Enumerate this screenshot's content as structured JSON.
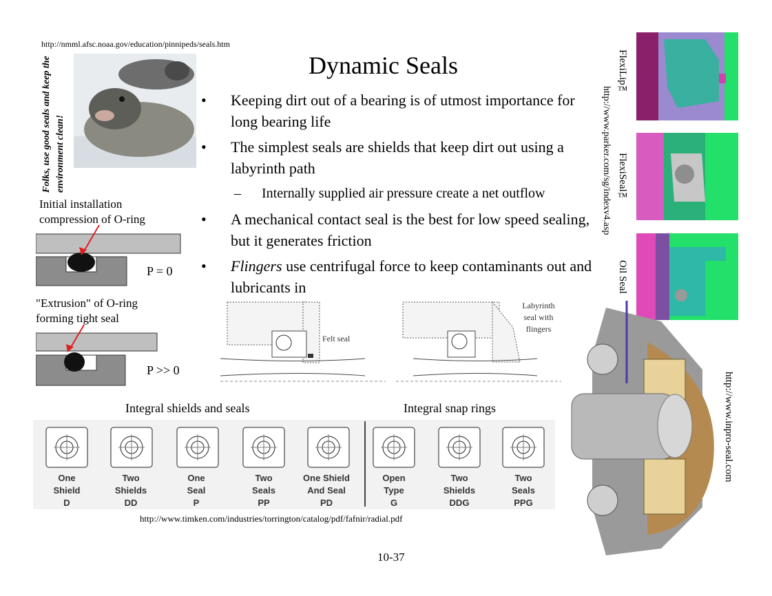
{
  "header": {
    "noaa_url": "http://nmml.afsc.noaa.gov/education/pinnipeds/seals.htm",
    "title": "Dynamic Seals",
    "seal_caption": "Folks, use good seals and keep the environment clean!"
  },
  "bullets": [
    "Keeping dirt out of a bearing is of utmost importance for long bearing life",
    "The simplest seals are shields that keep dirt out using a labyrinth path",
    "A mechanical contact seal is the best for low speed sealing, but it generates friction",
    "Flingers use centrifugal force to keep contaminants out and lubricants in"
  ],
  "sub_bullet": "Internally supplied air pressure create a net outflow",
  "flingers_word": "Flingers",
  "flingers_rest": " use centrifugal force to keep contaminants out and lubricants in",
  "oring": {
    "label1": "Initial installation compression of O-ring",
    "p1": "P = 0",
    "label2": "\"Extrusion\" of O-ring forming tight seal",
    "p2": "P >> 0"
  },
  "diagrams": {
    "felt": "Felt seal",
    "labyrinth": "Labyrinth seal with flingers"
  },
  "right_panel": {
    "flexilip": "FlexiLip™",
    "flexiseal": "FlexiSeal™",
    "oilseal": "Oil Seal",
    "parker_url": "http://www.parker.com/sg/indexv4.asp",
    "inpro_url": "http://www.inpro-seal.com"
  },
  "bearings": {
    "heading_left": "Integral shields and seals",
    "heading_right": "Integral snap rings",
    "items": [
      {
        "l1": "One",
        "l2": "Shield",
        "code": "D"
      },
      {
        "l1": "Two",
        "l2": "Shields",
        "code": "DD"
      },
      {
        "l1": "One",
        "l2": "Seal",
        "code": "P"
      },
      {
        "l1": "Two",
        "l2": "Seals",
        "code": "PP"
      },
      {
        "l1": "One Shield",
        "l2": "And Seal",
        "code": "PD"
      },
      {
        "l1": "Open",
        "l2": "Type",
        "code": "G"
      },
      {
        "l1": "Two",
        "l2": "Shields",
        "code": "DDG"
      },
      {
        "l1": "Two",
        "l2": "Seals",
        "code": "PPG"
      }
    ],
    "timken_url": "http://www.timken.com/industries/torrington/catalog/pdf/fafnir/radial.pdf"
  },
  "footer": {
    "page": "10-37"
  },
  "colors": {
    "green": "#22e06a",
    "magenta": "#d43fae",
    "purple": "#7a4fb3",
    "teal": "#3aa0a0"
  }
}
